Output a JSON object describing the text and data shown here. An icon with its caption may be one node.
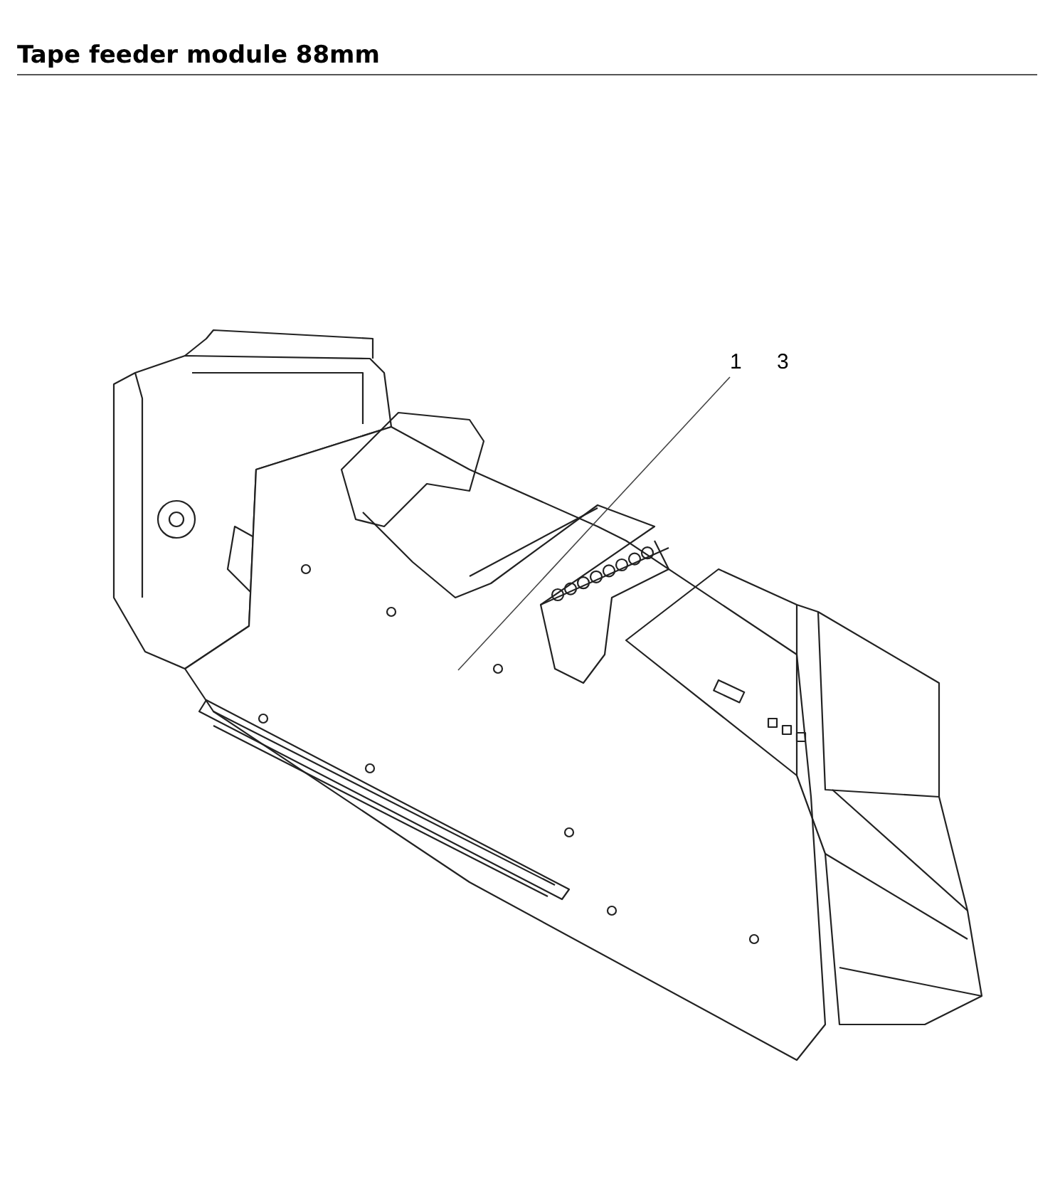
{
  "diagram": {
    "title": "Tape feeder module 88mm",
    "nodes": [
      {
        "text": [
          "1"
        ]
      },
      {
        "text": [],
        "shape": "picture"
      }
    ],
    "edges": [
      {
        "from": 0,
        "to": 1,
        "arrow": "none"
      }
    ],
    "labels": [
      "3"
    ]
  }
}
